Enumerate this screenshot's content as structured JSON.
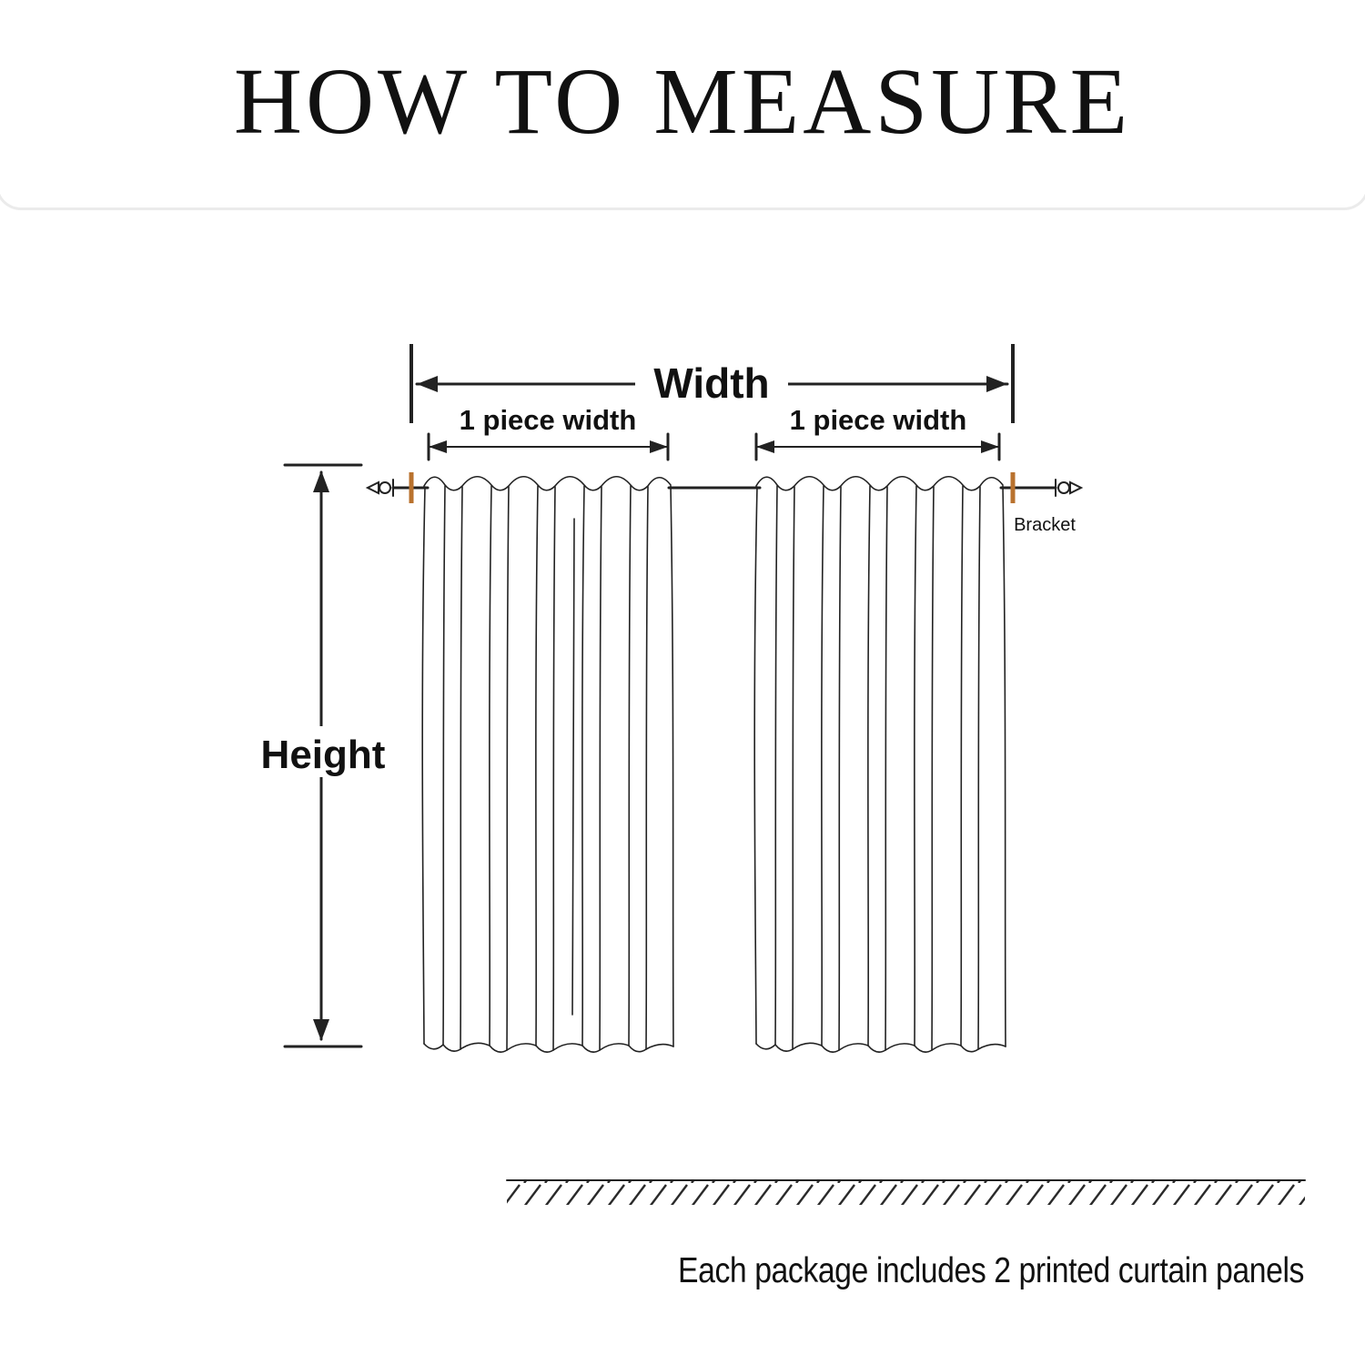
{
  "title": "HOW TO MEASURE",
  "diagram": {
    "width_label": "Width",
    "piece_width_left": "1 piece width",
    "piece_width_right": "1 piece width",
    "height_label": "Height",
    "bracket_label": "Bracket"
  },
  "footer": "Each package includes 2 printed curtain panels",
  "colors": {
    "ink": "#222222",
    "bracket_accent": "#b9722e",
    "divider": "#ebebeb",
    "paper": "#ffffff"
  }
}
